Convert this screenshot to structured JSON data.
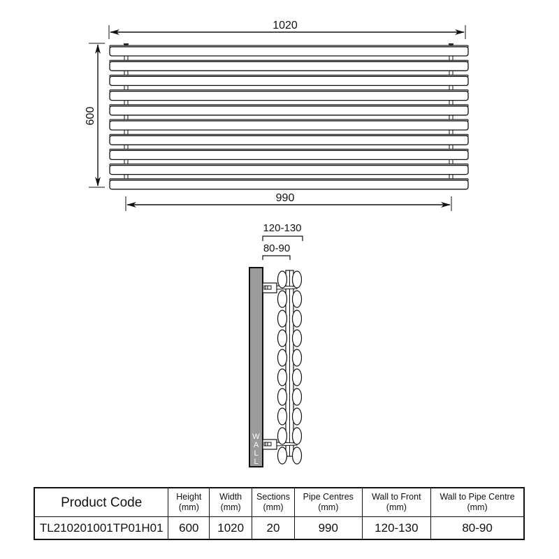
{
  "front_view": {
    "overall_width_label": "1020",
    "height_label": "600",
    "pipe_centres_label": "990",
    "bar_count": 10
  },
  "side_view": {
    "wall_to_front_label": "120-130",
    "wall_to_pipe_label": "80-90",
    "wall_label": [
      "W",
      "A",
      "L",
      "L"
    ]
  },
  "table": {
    "headers": [
      {
        "line1": "Product Code",
        "line2": ""
      },
      {
        "line1": "Height",
        "line2": "(mm)"
      },
      {
        "line1": "Width",
        "line2": "(mm)"
      },
      {
        "line1": "Sections",
        "line2": "(mm)"
      },
      {
        "line1": "Pipe Centres",
        "line2": "(mm)"
      },
      {
        "line1": "Wall to Front",
        "line2": "(mm)"
      },
      {
        "line1": "Wall to Pipe Centre",
        "line2": "(mm)"
      }
    ],
    "row": [
      "TL210201001TP01H01",
      "600",
      "1020",
      "20",
      "990",
      "120-130",
      "80-90"
    ]
  },
  "colors": {
    "line": "#111111",
    "wall_fill": "#9b9b9b",
    "bar_shadow": "#bdbdbd"
  }
}
